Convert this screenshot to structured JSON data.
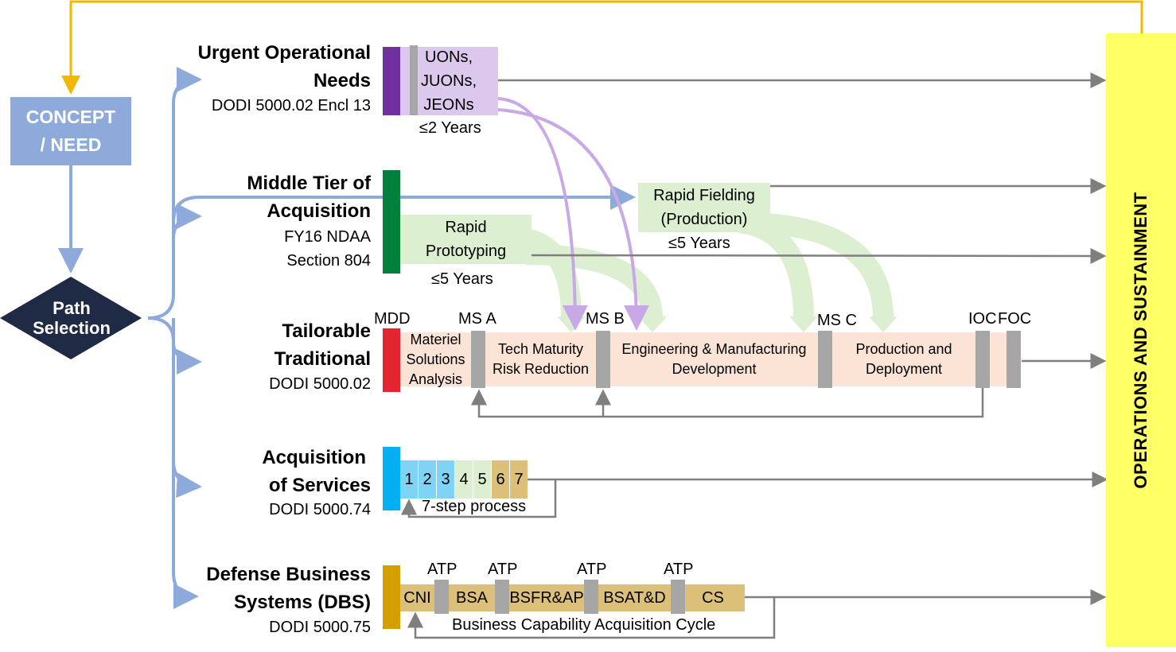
{
  "concept": {
    "line1": "CONCEPT",
    "line2": "/ NEED"
  },
  "path_selection": {
    "line1": "Path",
    "line2": "Selection"
  },
  "operations": "OPERATIONS AND SUSTAINMENT",
  "uon": {
    "title1": "Urgent Operational",
    "title2": "Needs",
    "ref": "DODI 5000.02 Encl 13",
    "box1": "UONs,",
    "box2": "JUONs,",
    "box3": "JEONs",
    "duration": "≤2 Years"
  },
  "mta": {
    "title1": "Middle Tier of",
    "title2": "Acquisition",
    "ref1": "FY16 NDAA",
    "ref2": "Section 804",
    "proto1": "Rapid",
    "proto2": "Prototyping",
    "proto_duration": "≤5 Years",
    "field1": "Rapid Fielding",
    "field2": "(Production)",
    "field_duration": "≤5 Years"
  },
  "traditional": {
    "title1": "Tailorable",
    "title2": "Traditional",
    "ref": "DODI 5000.02",
    "milestones": [
      "MDD",
      "MS A",
      "MS B",
      "MS C",
      "IOC",
      "FOC"
    ],
    "phase1": [
      "Materiel",
      "Solutions",
      "Analysis"
    ],
    "phase2": [
      "Tech Maturity",
      "Risk Reduction"
    ],
    "phase3": [
      "Engineering & Manufacturing",
      "Development"
    ],
    "phase4": [
      "Production and",
      "Deployment"
    ]
  },
  "services": {
    "title1": "Acquisition",
    "title2": "of Services",
    "ref": "DODI 5000.74",
    "steps": [
      "1",
      "2",
      "3",
      "4",
      "5",
      "6",
      "7"
    ],
    "caption": "7-step process"
  },
  "dbs": {
    "title1": "Defense Business",
    "title2": "Systems (DBS)",
    "ref": "DODI 5000.75",
    "atp": "ATP",
    "phases": [
      "CNI",
      "BSA",
      "BSFR&AP",
      "BSAT&D",
      "CS"
    ],
    "caption": "Business Capability Acquisition Cycle"
  },
  "colors": {
    "uon_purple": "#7030a0",
    "uon_light": "#dcc8ec",
    "mta_green": "#00803a",
    "mta_light": "#dcefd0",
    "trad_red": "#e3252f",
    "trad_light": "#fbe4d6",
    "svc_blue": "#00b0f0",
    "svc_light": "#7fd3f5",
    "dbs_gold": "#d4a000",
    "dbs_light": "#dcc07a",
    "concept_blue": "#8eaadb",
    "ops_yellow": "#ffff66",
    "path_navy": "#1f2a44",
    "gold_line": "#f0b800"
  }
}
